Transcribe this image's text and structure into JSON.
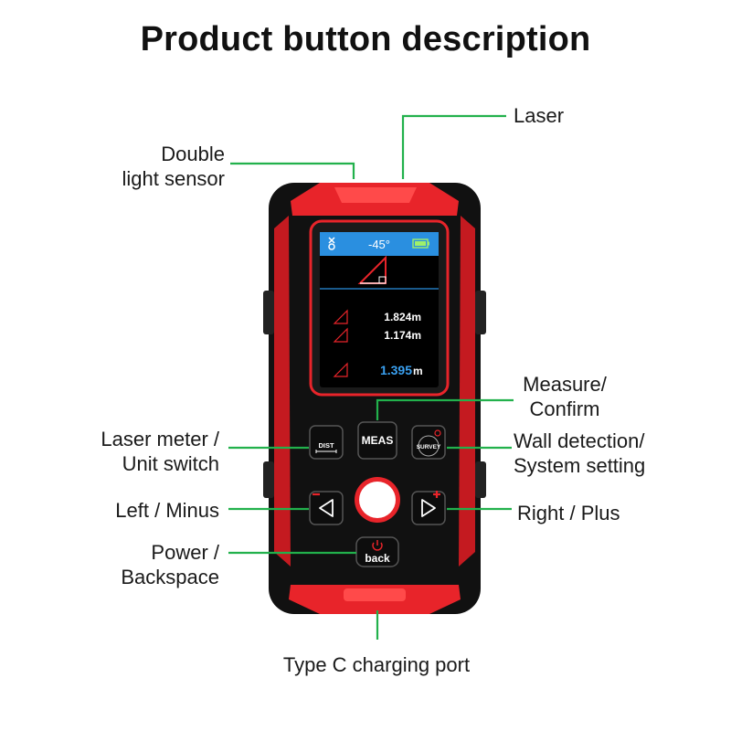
{
  "title": "Product button description",
  "labels": {
    "laser": "Laser",
    "double_light_sensor_1": "Double",
    "double_light_sensor_2": "light sensor",
    "measure_confirm_1": "Measure/",
    "measure_confirm_2": "Confirm",
    "laser_meter_1": "Laser meter /",
    "laser_meter_2": "Unit switch",
    "wall_detection_1": "Wall detection/",
    "wall_detection_2": "System setting",
    "left_minus": "Left / Minus",
    "right_plus": "Right / Plus",
    "power_1": "Power /",
    "power_2": "Backspace",
    "type_c": "Type C charging port"
  },
  "screen": {
    "angle": "-45°",
    "reading_1": "1.824m",
    "reading_2": "1.174m",
    "reading_3_value": "1.395",
    "reading_3_unit": "m"
  },
  "buttons": {
    "dist": "DIST",
    "meas": "MEAS",
    "survey": "SURVEY",
    "back": "back"
  },
  "colors": {
    "leader_line": "#22b14c",
    "device_red": "#e8242a",
    "device_black": "#111111",
    "screen_blue": "#2a8fe0",
    "reading_highlight": "#3aa0f0"
  },
  "icons": [
    "mic-off-icon",
    "battery-icon",
    "triangle-icon",
    "left-arrow-icon",
    "right-arrow-icon",
    "power-icon",
    "minus-icon",
    "plus-icon",
    "ruler-icon"
  ]
}
